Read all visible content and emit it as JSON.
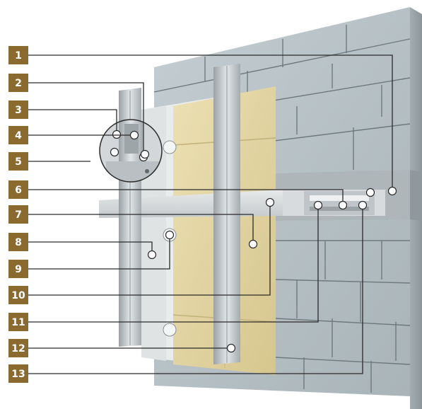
{
  "callouts": [
    {
      "number": "1"
    },
    {
      "number": "2"
    },
    {
      "number": "3"
    },
    {
      "number": "4"
    },
    {
      "number": "5"
    },
    {
      "number": "6"
    },
    {
      "number": "7"
    },
    {
      "number": "8"
    },
    {
      "number": "9"
    },
    {
      "number": "10"
    },
    {
      "number": "11"
    },
    {
      "number": "12"
    },
    {
      "number": "13"
    }
  ],
  "colors": {
    "badge": "#8b6a2f",
    "leader_line": "#2a2a2a",
    "tile": "#b9c4c8",
    "tile_joint": "#6f7a7e",
    "insulation": "#e3d6a5",
    "membrane": "#e9ecec",
    "profile": "#c3c8cb",
    "wall": "#aeb6ba"
  }
}
